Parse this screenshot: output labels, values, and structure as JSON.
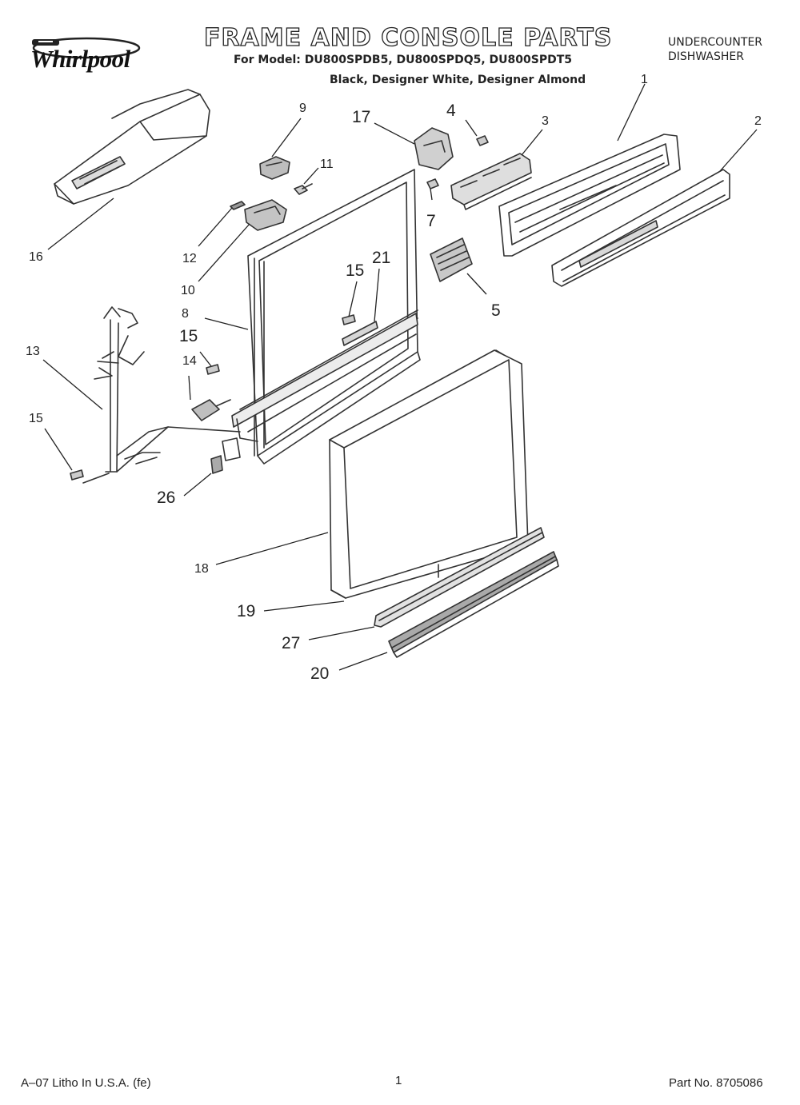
{
  "header": {
    "title": "FRAME AND CONSOLE PARTS",
    "models": "For Model: DU800SPDB5, DU800SPDQ5, DU800SPDT5",
    "colors": "Black,    Designer White,    Designer Almond",
    "category_line1": "UNDERCOUNTER",
    "category_line2": "DISHWASHER"
  },
  "logo": {
    "brand": "Whirlpool",
    "icon": "whirlpool-swoosh-logo"
  },
  "callouts": [
    "1",
    "2",
    "3",
    "4",
    "5",
    "7",
    "8",
    "9",
    "10",
    "11",
    "12",
    "13",
    "14",
    "15",
    "15",
    "15",
    "16",
    "17",
    "18",
    "19",
    "20",
    "21",
    "26",
    "27"
  ],
  "footer": {
    "litho": "A–07 Litho In U.S.A. (fe)",
    "page": "1",
    "part_no": "Part No. 8705086"
  }
}
